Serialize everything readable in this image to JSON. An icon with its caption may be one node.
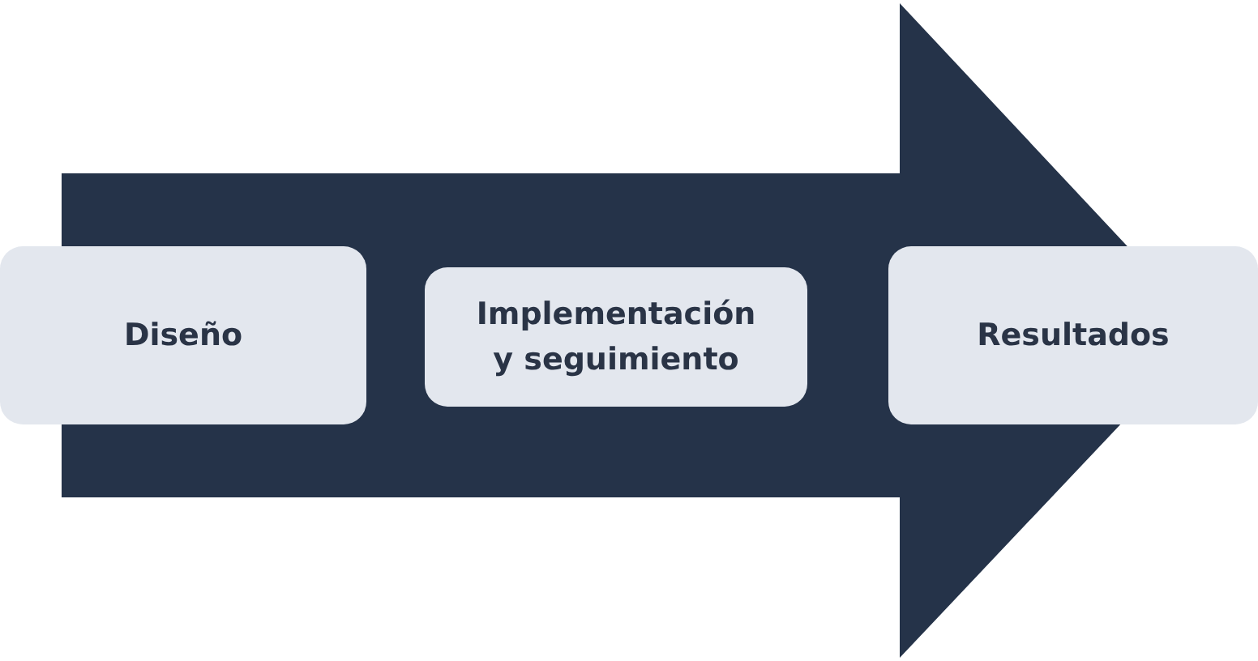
{
  "diagram": {
    "nodes": [
      {
        "text": [
          "Diseño"
        ]
      },
      {
        "text": [
          "Implementación y seguimiento"
        ]
      },
      {
        "text": [
          "Resultados"
        ]
      }
    ],
    "edges": [
      {
        "from": 0,
        "to": 2,
        "arrow": "to"
      }
    ]
  }
}
